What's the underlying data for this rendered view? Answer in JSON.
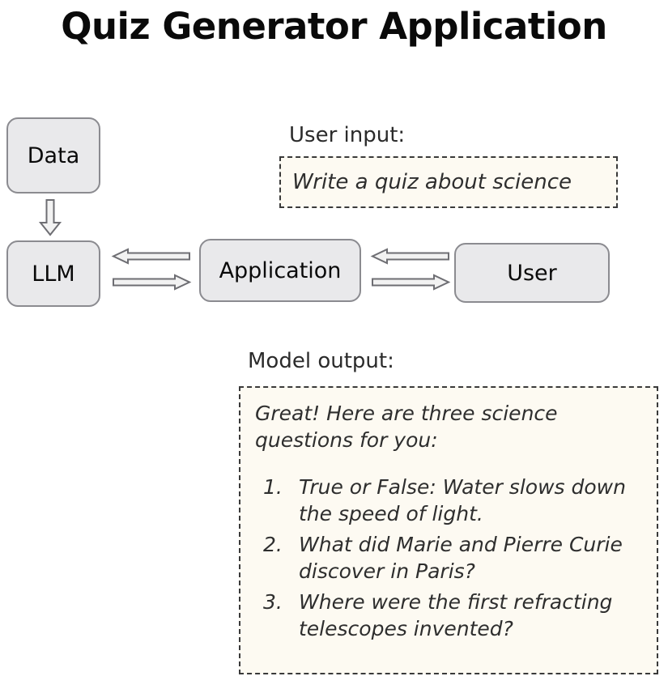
{
  "page": {
    "title": "Quiz Generator Application",
    "background_color": "#ffffff"
  },
  "colors": {
    "node_fill": "#e9e9eb",
    "node_border": "#8b8b90",
    "panel_fill": "#fdfaf2",
    "panel_border": "#3a3a3a",
    "arrow_outline": "#6e6e73",
    "text": "#1a1a1a"
  },
  "diagram": {
    "nodes": [
      {
        "id": "data",
        "label": "Data"
      },
      {
        "id": "llm",
        "label": "LLM"
      },
      {
        "id": "application",
        "label": "Application"
      },
      {
        "id": "user",
        "label": "User"
      }
    ],
    "arrows": [
      {
        "id": "data-to-llm",
        "direction": "down",
        "from": "data",
        "to": "llm"
      },
      {
        "id": "application-to-llm",
        "direction": "left",
        "from": "application",
        "to": "llm"
      },
      {
        "id": "llm-to-application",
        "direction": "right",
        "from": "llm",
        "to": "application"
      },
      {
        "id": "user-to-application",
        "direction": "left",
        "from": "user",
        "to": "application"
      },
      {
        "id": "application-to-user",
        "direction": "right",
        "from": "application",
        "to": "user"
      }
    ]
  },
  "user_input": {
    "label": "User input:",
    "text": "Write a quiz about science"
  },
  "model_output": {
    "label": "Model output:",
    "intro": "Great! Here are three science questions for you:",
    "questions": [
      {
        "number": "1.",
        "text": "True or False: Water slows down the speed of light."
      },
      {
        "number": "2.",
        "text": "What did Marie and Pierre Curie discover in Paris?"
      },
      {
        "number": "3.",
        "text": "Where were the first refracting telescopes invented?"
      }
    ]
  }
}
